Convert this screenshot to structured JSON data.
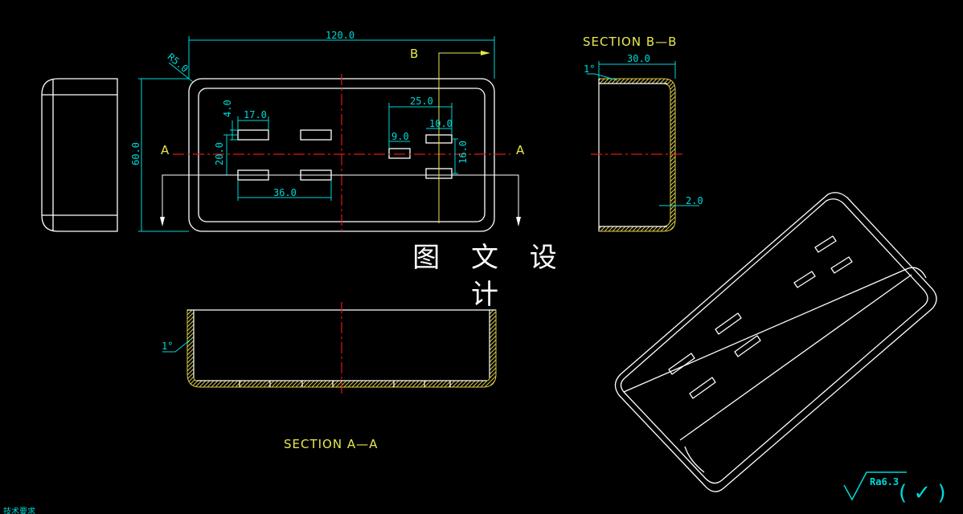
{
  "banner": "图 文 设 计",
  "top_view": {
    "dim_overall_width": "120.0",
    "dim_corner_radius": "R5.0",
    "dim_height": "60.0",
    "dim_slot_width": "17.0",
    "dim_slot_height": "4.0",
    "dim_row_spacing": "20.0",
    "dim_pair_spacing": "36.0",
    "dim_right_group_width": "25.0",
    "dim_right_slot_a": "9.0",
    "dim_right_slot_b": "10.0",
    "dim_right_vertical": "16.0",
    "section_marker_a_left": "A",
    "section_marker_a_right": "A",
    "section_marker_b": "B"
  },
  "section_bb": {
    "title": "SECTION B—B",
    "dim_depth": "30.0",
    "draft_angle": "1°",
    "dim_wall": "2.0"
  },
  "section_aa": {
    "title": "SECTION A—A",
    "draft_angle": "1°"
  },
  "surface_finish": {
    "label": "Ra6.3",
    "suffix": "( ✓ )"
  },
  "corner_text": "技术要求",
  "colors": {
    "outline": "#ffffff",
    "dimension": "#00d8d8",
    "label": "#e8e850",
    "centerline": "#e01818",
    "hatch": "#d8c848"
  }
}
